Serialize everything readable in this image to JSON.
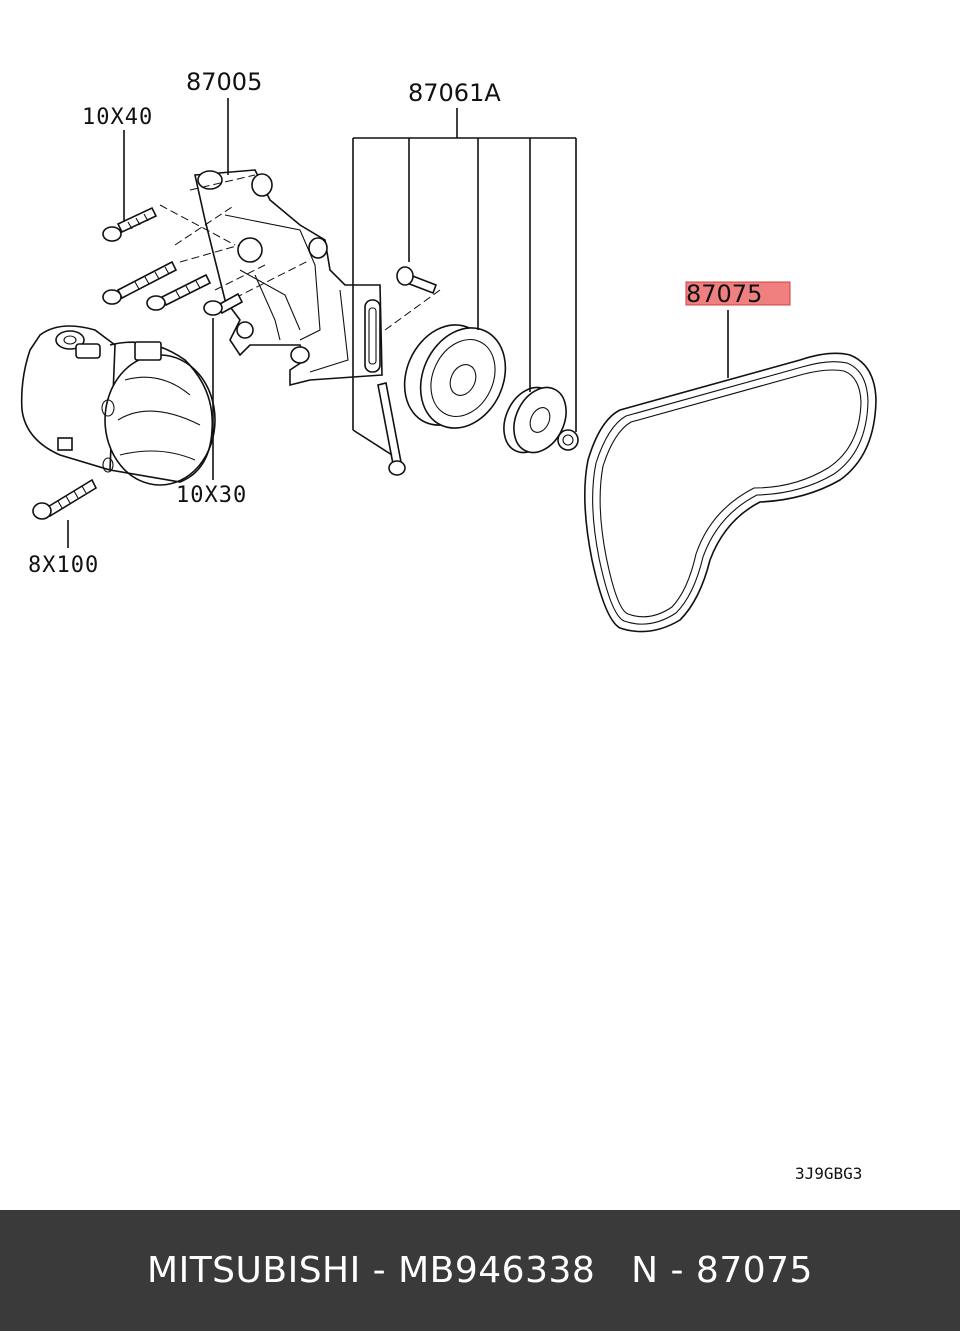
{
  "diagram": {
    "labels": {
      "bracket": "87005",
      "tensioner_set": "87061A",
      "belt": "87075",
      "bolt_10x40": "10X40",
      "bolt_10x30": "10X30",
      "bolt_8x100": "8X100"
    },
    "drawing_code": "3J9GBG3",
    "highlight_color": "#f08080",
    "highlighted_part": "87075"
  },
  "footer": {
    "text": "MITSUBISHI - MB946338   N - 87075",
    "background": "#3a3a3a"
  }
}
